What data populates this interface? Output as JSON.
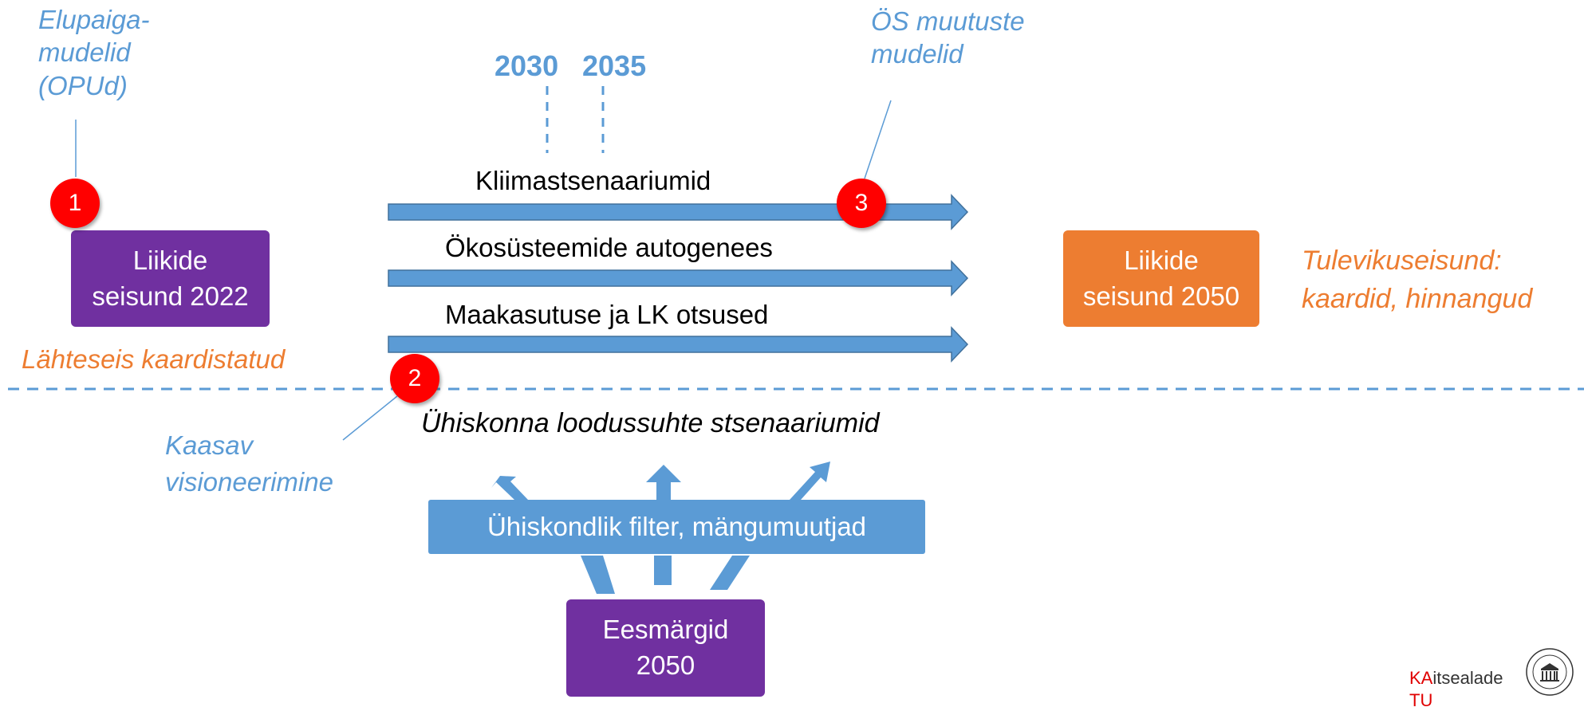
{
  "years": [
    "2030",
    "2035"
  ],
  "labels": {
    "habitat_models": "Elupaiga-\nmudelid\n(OPUd)",
    "es_models": "ÖS muutuste\nmudelid",
    "baseline": "Lähteseis kaardistatud",
    "future_state": "Tulevikuseisund:\nkaardid, hinnangud",
    "inclusive_vision": "Kaasav\nvisioneerimine",
    "society_scenarios": "Ühiskonna loodussuhte stsenaariumid"
  },
  "arrows": [
    {
      "label": "Kliimastsenaariumid"
    },
    {
      "label": "Ökosüsteemide autogenees"
    },
    {
      "label": "Maakasutuse ja LK otsused"
    }
  ],
  "boxes": {
    "species_2022": "Liikide\nseisund 2022",
    "species_2050": "Liikide\nseisund 2050",
    "filter": "Ühiskondlik filter, mängumuutjad",
    "goals_2050": "Eesmärgid\n2050"
  },
  "badges": [
    "1",
    "2",
    "3"
  ],
  "logo": {
    "accent": "KA",
    "line1": "itsealade",
    "line2_accent": "TU"
  },
  "colors": {
    "blue": "#5b9bd5",
    "purple": "#7030a0",
    "orange": "#ed7d31",
    "red": "#ff0000"
  }
}
